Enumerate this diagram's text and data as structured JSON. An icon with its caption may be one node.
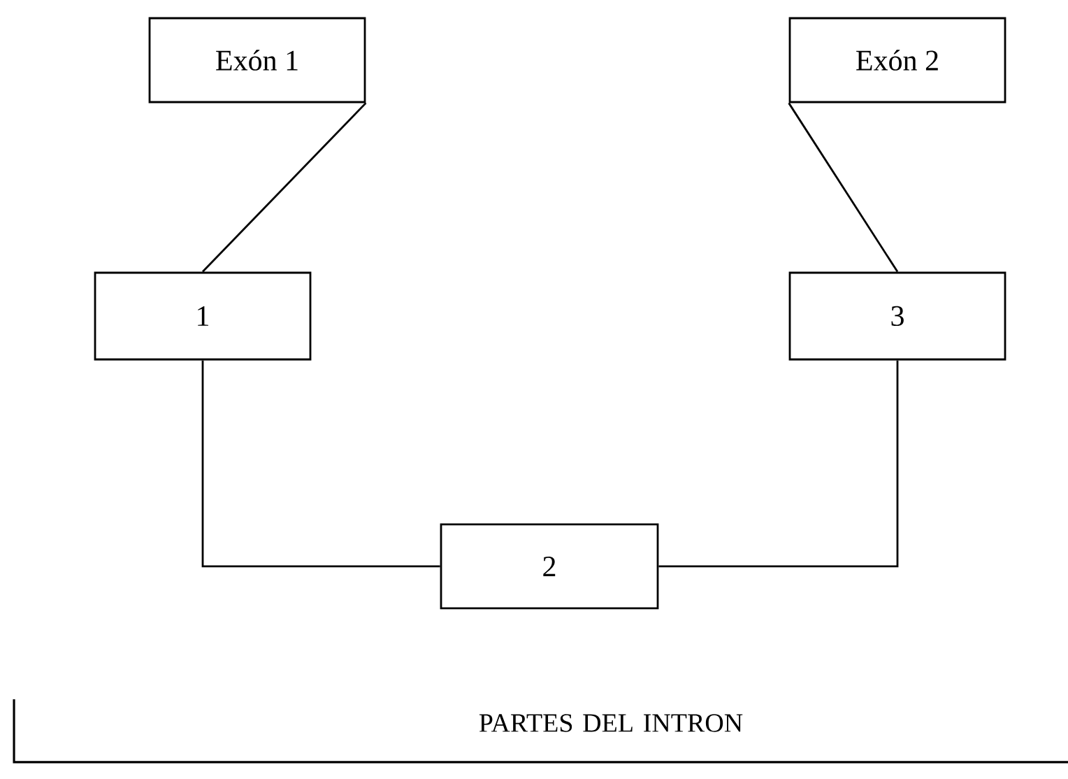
{
  "diagram": {
    "nodes": [
      {
        "text": [
          "Exón 1"
        ]
      },
      {
        "text": [
          "Exón 2"
        ]
      },
      {
        "text": [
          "1"
        ]
      },
      {
        "text": [
          "3"
        ]
      },
      {
        "text": [
          "2"
        ]
      }
    ],
    "edges": [
      {
        "from": 0,
        "to": 2,
        "arrow": "none"
      },
      {
        "from": 1,
        "to": 3,
        "arrow": "none"
      },
      {
        "from": 2,
        "to": 4,
        "arrow": "none"
      },
      {
        "from": 4,
        "to": 3,
        "arrow": "none"
      }
    ],
    "labels": [
      "PARTES DEL INTRON"
    ]
  }
}
